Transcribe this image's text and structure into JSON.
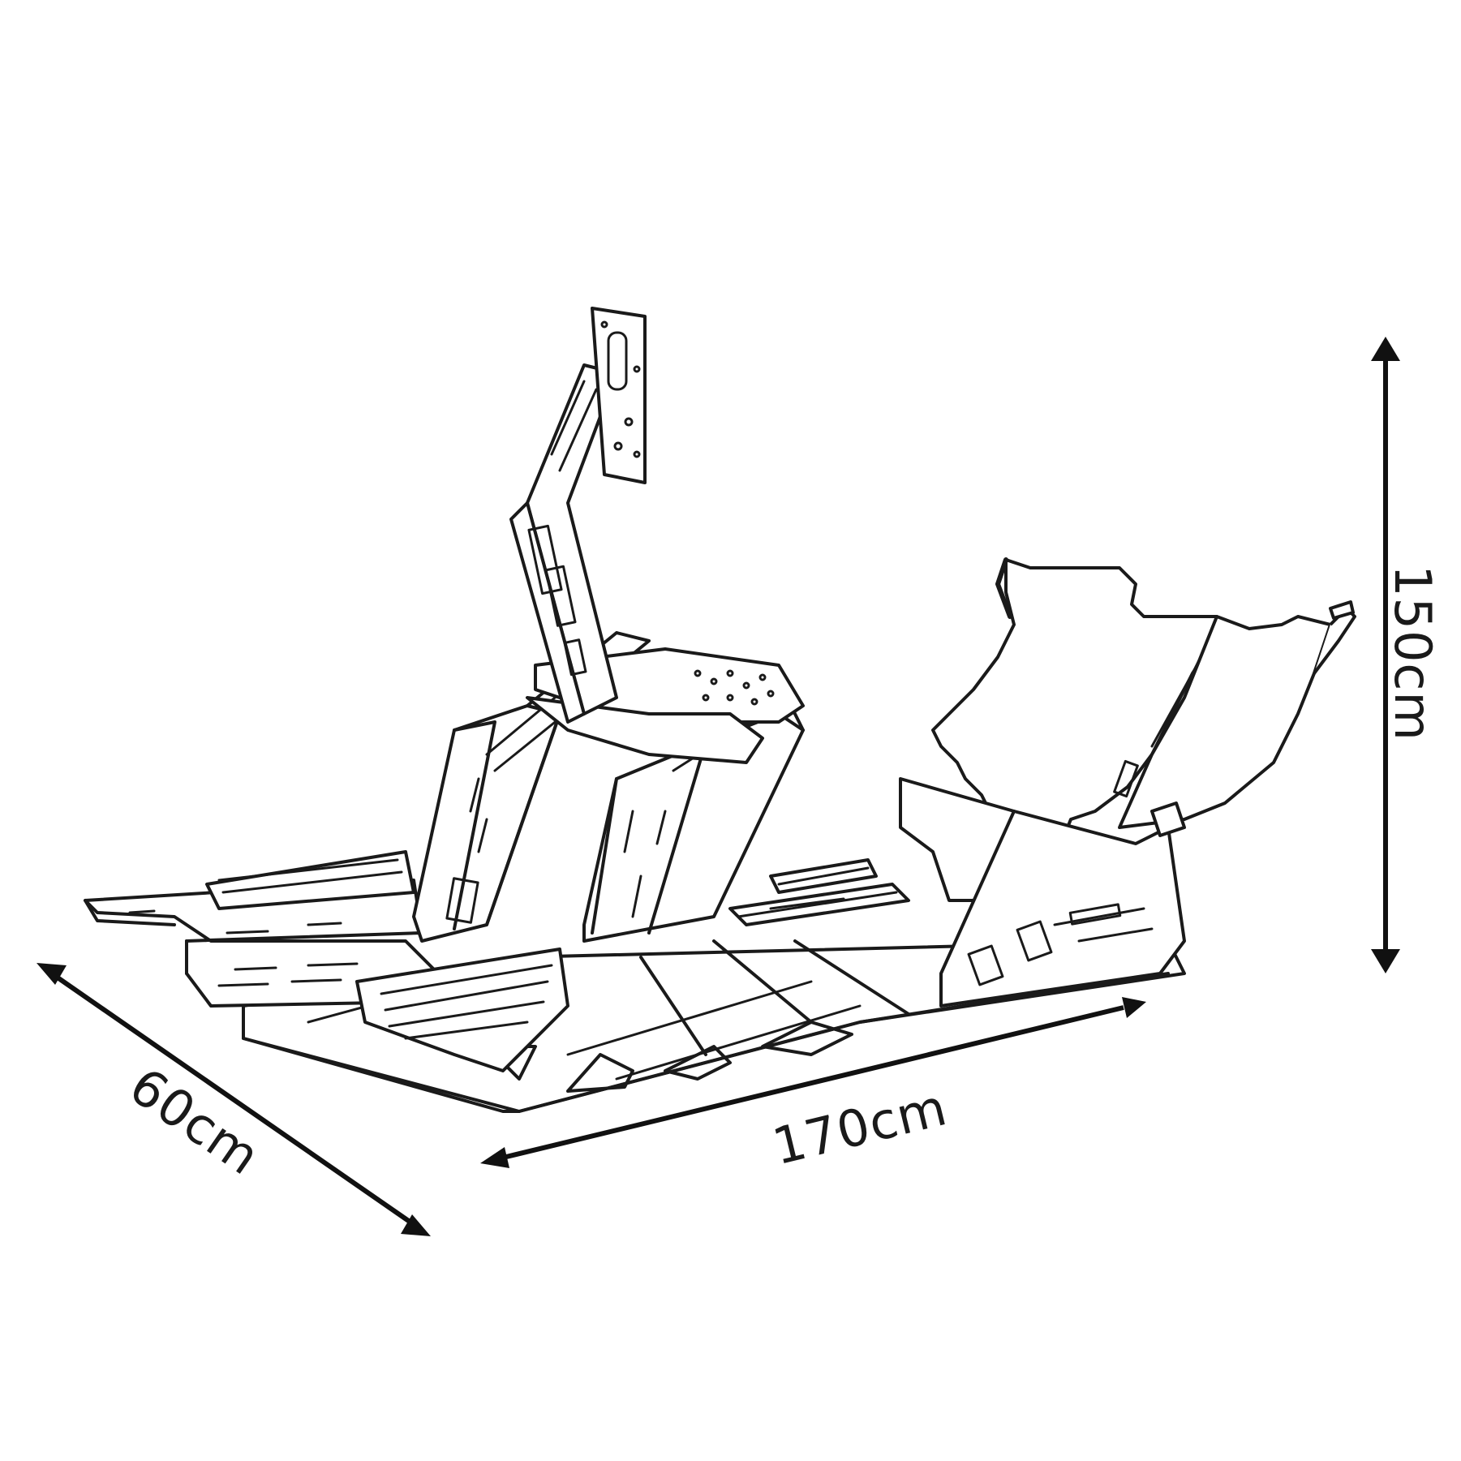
{
  "dimensions": {
    "depth": "60cm",
    "length": "170cm",
    "height": "150cm"
  },
  "colors": {
    "background": "#ffffff",
    "ink": "#1a1a1a"
  },
  "icons": [
    "double-arrow-icon"
  ]
}
